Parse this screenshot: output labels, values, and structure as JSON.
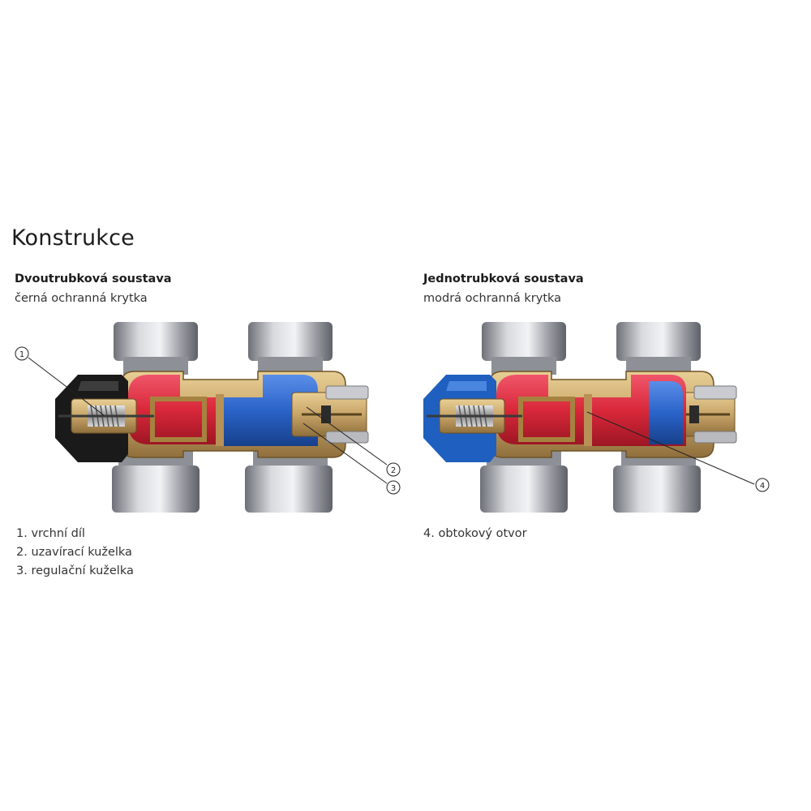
{
  "heading": "Konstrukce",
  "left": {
    "title": "Dvoutrubková soustava",
    "subtitle": "černá ochranná krytka",
    "legend": [
      "1. vrchní díl",
      "2. uzavírací kuželka",
      "3. regulační kuželka"
    ],
    "callouts": [
      "1",
      "2",
      "3"
    ],
    "cap_color": "#1a1a1a"
  },
  "right": {
    "title": "Jednotrubková soustava",
    "subtitle": "modrá ochranná krytka",
    "legend": [
      "4. obtokový otvor"
    ],
    "callouts": [
      "4"
    ],
    "cap_color": "#1f5fbf"
  },
  "colors": {
    "hot": "#d9283a",
    "cold": "#2a63c9",
    "brass": "#c8a468",
    "steel": "#a8aab0"
  }
}
